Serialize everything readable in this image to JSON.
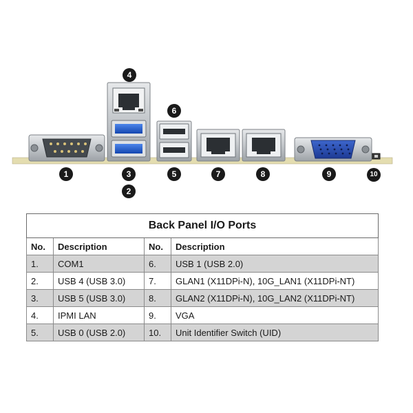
{
  "callouts": [
    "1",
    "2",
    "3",
    "4",
    "5",
    "6",
    "7",
    "8",
    "9",
    "10"
  ],
  "table": {
    "title": "Back Panel I/O Ports",
    "headers": {
      "no": "No.",
      "desc": "Description"
    },
    "left": [
      {
        "no": "1.",
        "desc": "COM1"
      },
      {
        "no": "2.",
        "desc": "USB 4 (USB 3.0)"
      },
      {
        "no": "3.",
        "desc": "USB 5 (USB 3.0)"
      },
      {
        "no": "4.",
        "desc": "IPMI LAN"
      },
      {
        "no": "5.",
        "desc": "USB 0 (USB 2.0)"
      }
    ],
    "right": [
      {
        "no": "6.",
        "desc": "USB 1 (USB 2.0)"
      },
      {
        "no": "7.",
        "desc": "GLAN1 (X11DPi-N), 10G_LAN1 (X11DPi-NT)"
      },
      {
        "no": "8.",
        "desc": "GLAN2 (X11DPi-N), 10G_LAN2 (X11DPi-NT)"
      },
      {
        "no": "9.",
        "desc": "VGA"
      },
      {
        "no": "10.",
        "desc": "Unit Identifier Switch (UID)"
      }
    ]
  },
  "colors": {
    "board": "#e4ddb0",
    "metal": "#c9cdd0",
    "usb3_blue": "#1f5fd6",
    "vga_blue": "#2a4fb8",
    "badge": "#1a1a1a"
  }
}
